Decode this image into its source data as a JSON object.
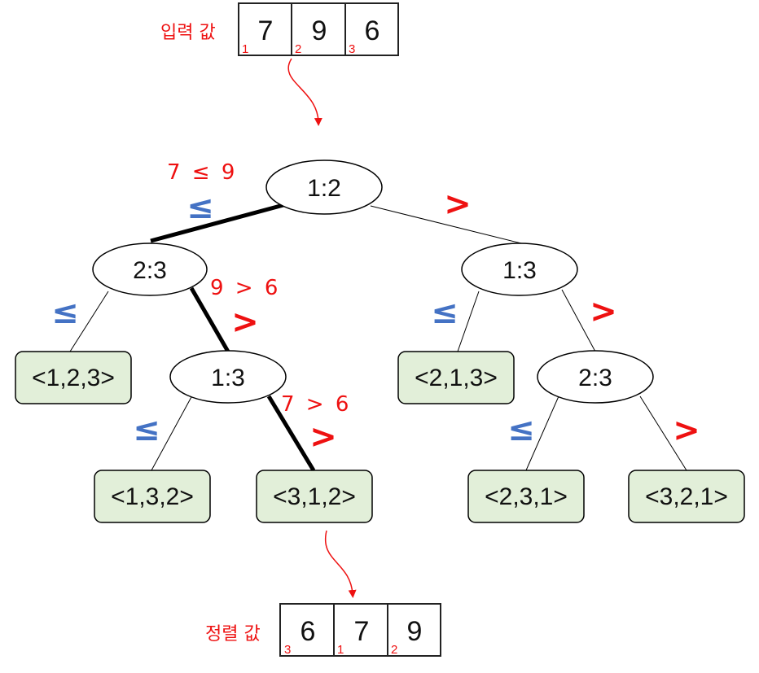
{
  "input_label": "입력 값",
  "output_label": "정렬 값",
  "input_array": [
    {
      "value": "7",
      "index": "1"
    },
    {
      "value": "9",
      "index": "2"
    },
    {
      "value": "6",
      "index": "3"
    }
  ],
  "output_array": [
    {
      "value": "6",
      "index": "3"
    },
    {
      "value": "7",
      "index": "1"
    },
    {
      "value": "9",
      "index": "2"
    }
  ],
  "colors": {
    "leaf_fill": "#e2efd9",
    "less_equal": "#4472c4",
    "greater": "#ee1111",
    "annotation": "#ee1111"
  },
  "tree": {
    "nodes": [
      {
        "id": "n-root",
        "label": "1:2"
      },
      {
        "id": "n-left",
        "label": "2:3"
      },
      {
        "id": "n-right",
        "label": "1:3"
      },
      {
        "id": "n-left-right",
        "label": "1:3"
      },
      {
        "id": "n-right-right",
        "label": "2:3"
      }
    ],
    "leaves": [
      {
        "id": "leaf-123",
        "label": "<1,2,3>"
      },
      {
        "id": "leaf-213",
        "label": "<2,1,3>"
      },
      {
        "id": "leaf-132",
        "label": "<1,3,2>"
      },
      {
        "id": "leaf-312",
        "label": "<3,1,2>"
      },
      {
        "id": "leaf-231",
        "label": "<2,3,1>"
      },
      {
        "id": "leaf-321",
        "label": "<3,2,1>"
      }
    ],
    "edge_labels": {
      "le": "≤",
      "gt": ">"
    },
    "annotations": [
      {
        "id": "cmp-root",
        "text": "7 ≤ 9"
      },
      {
        "id": "cmp-left",
        "text": "9 > 6"
      },
      {
        "id": "cmp-left-right",
        "text": "7 > 6"
      }
    ],
    "highlighted_path": [
      "n-root",
      "n-left",
      "n-left-right",
      "leaf-312"
    ]
  }
}
